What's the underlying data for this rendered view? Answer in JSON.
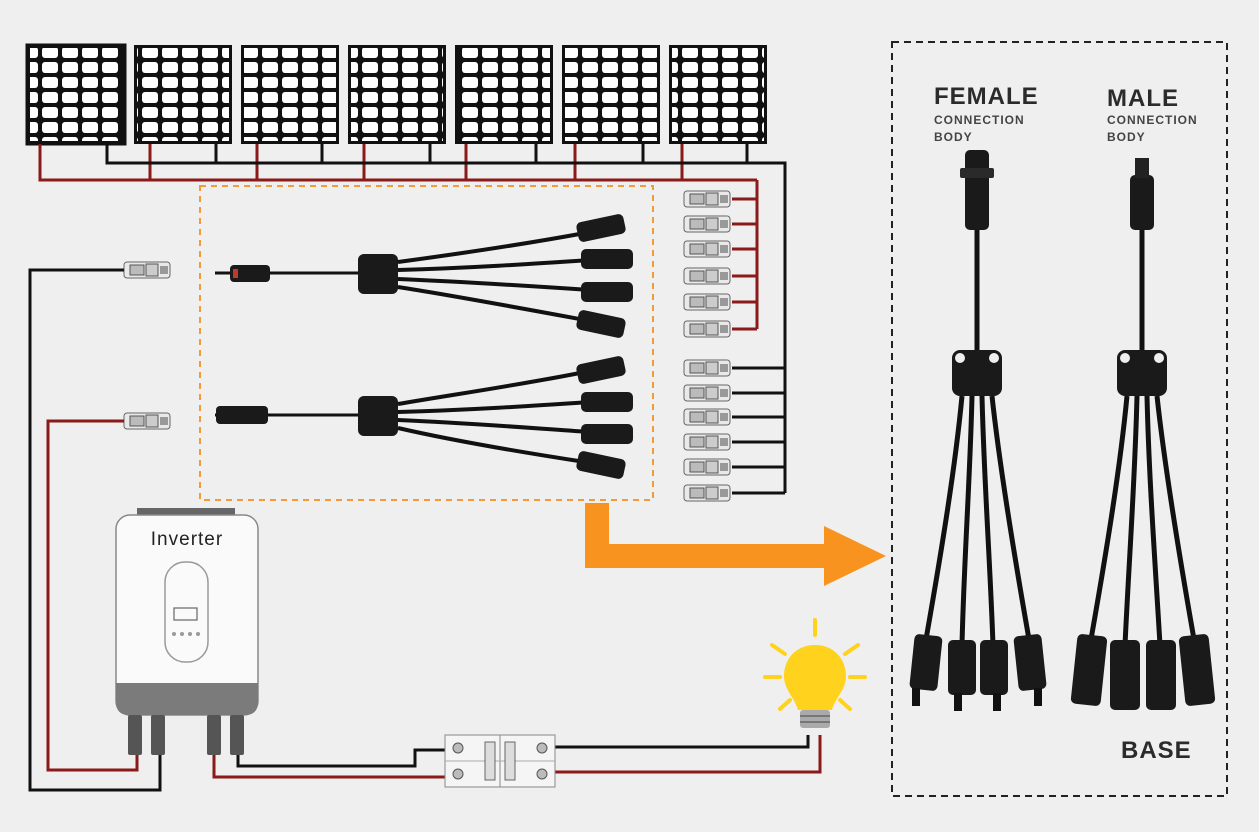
{
  "inverter": {
    "label": "Inverter"
  },
  "female": {
    "title": "FEMALE",
    "line1": "CONNECTION",
    "line2": "BODY"
  },
  "male": {
    "title": "MALE",
    "line1": "CONNECTION",
    "line2": "BODY"
  },
  "base": {
    "label": "BASE"
  },
  "colors": {
    "background": "#efefef",
    "positive_wire": "#8b1a1a",
    "negative_wire": "#111111",
    "highlight_box": "#f29b38",
    "arrow": "#f7931e",
    "panel": "#111111",
    "bulb": "#ffd21e"
  },
  "icons": [
    "solar-panel-icon",
    "branch-connector-icon",
    "inverter-icon",
    "breaker-icon",
    "light-bulb-icon",
    "arrow-icon"
  ]
}
